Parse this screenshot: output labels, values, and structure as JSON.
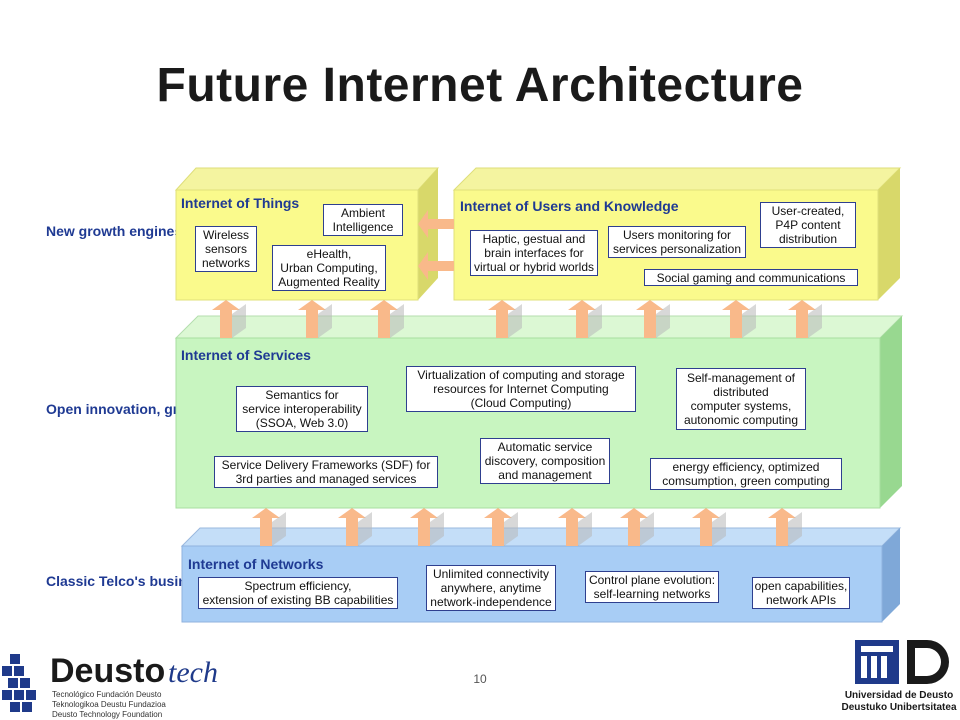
{
  "title": "Future Internet Architecture",
  "side_labels": {
    "growth": "New growth\nengines",
    "innovation": "Open innovation,\nground for new\nbusiness models",
    "telco": "Classic Telco's\nbusiness model"
  },
  "layers": {
    "things": {
      "title": "Internet of Things",
      "boxes": [
        "Wireless\nsensors\nnetworks",
        "Ambient\nIntelligence",
        "eHealth,\nUrban Computing,\nAugmented Reality"
      ]
    },
    "users": {
      "title": "Internet of Users and Knowledge",
      "boxes": [
        "Haptic, gestual and\nbrain interfaces for\nvirtual or hybrid worlds",
        "Users monitoring for\nservices personalization",
        "User-created,\nP4P content\ndistribution",
        "Social gaming and communications"
      ]
    },
    "services": {
      "title": "Internet of Services",
      "boxes": [
        "Semantics for\nservice interoperability\n(SSOA, Web 3.0)",
        "Virtualization of computing and storage\nresources for Internet Computing\n(Cloud Computing)",
        "Self-management of\ndistributed\ncomputer systems,\nautonomic computing",
        "Service Delivery Frameworks (SDF) for\n3rd parties and managed services",
        "Automatic service\ndiscovery, composition\nand management",
        "energy efficiency, optimized\ncomsumption, green computing"
      ]
    },
    "networks": {
      "title": "Internet of Networks",
      "boxes": [
        "Spectrum efficiency,\nextension of existing BB capabilities",
        "Unlimited connectivity\nanywhere, anytime\nnetwork-independence",
        "Control plane evolution:\nself-learning networks",
        "open capabilities,\nnetwork APIs"
      ]
    }
  },
  "colors": {
    "yellow_front": "#fafa8c",
    "yellow_top": "#f4f4a0",
    "yellow_side": "#d8d86a",
    "green_front": "#c8f5c0",
    "green_top": "#dcf8d4",
    "green_side": "#98d890",
    "blue_front": "#a8cdf5",
    "blue_top": "#c4def8",
    "blue_side": "#7fa8d8",
    "arrow": "#f9b98a",
    "label_blue": "#1f3a93"
  },
  "footer": {
    "page_number": "10",
    "deusto_logo": "Deusto",
    "deusto_tech": "tech",
    "deusto_sub": "Tecnológico Fundación Deusto\nTeknologikoa Deustu Fundazioa\nDeusto Technology Foundation",
    "university": "Universidad de Deusto\nDeustuko Unibertsitatea"
  }
}
